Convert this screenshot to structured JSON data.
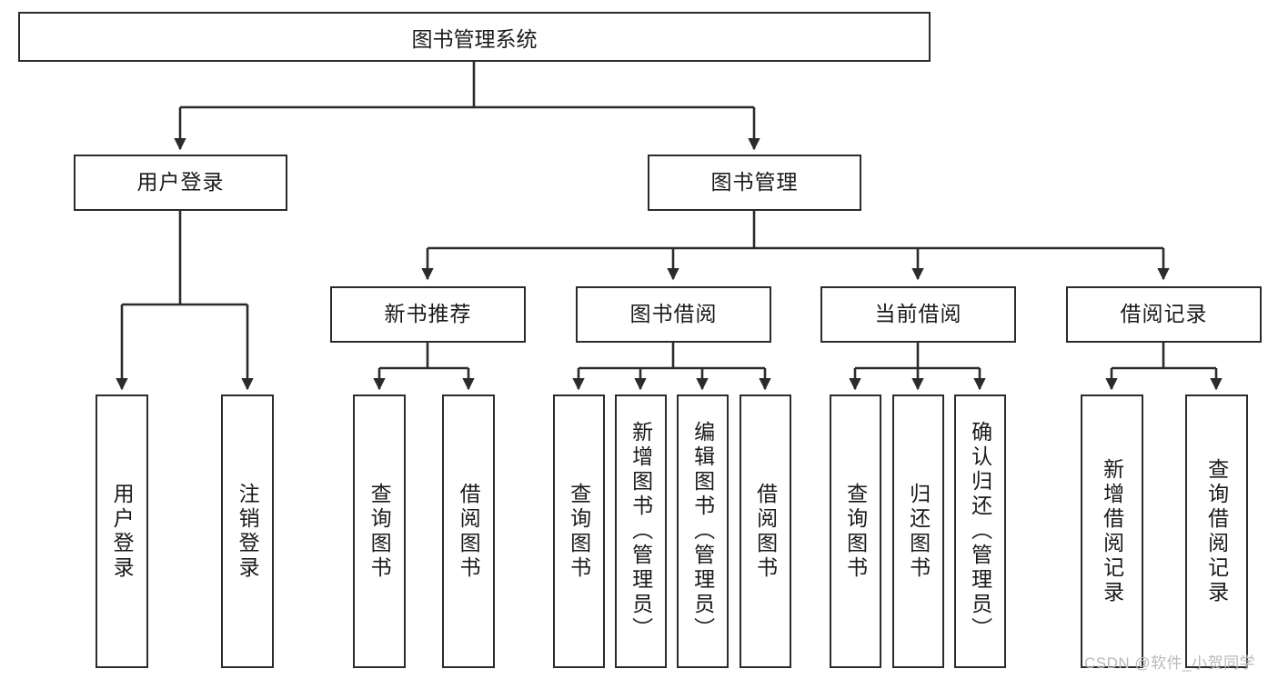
{
  "diagram": {
    "title": "图书管理系统",
    "type": "hierarchy-tree",
    "watermark": "CSDN @软件_小贺同学",
    "colors": {
      "border": "#2b2b2b",
      "background": "#ffffff",
      "text": "#1a1a1a",
      "watermark": "#b9b9b9"
    },
    "root": {
      "label": "图书管理系统"
    },
    "level2": [
      {
        "label": "用户登录"
      },
      {
        "label": "图书管理"
      }
    ],
    "level3": [
      {
        "label": "新书推荐"
      },
      {
        "label": "图书借阅"
      },
      {
        "label": "当前借阅"
      },
      {
        "label": "借阅记录"
      }
    ],
    "leaves": {
      "user_login": [
        {
          "label": "用户登录"
        },
        {
          "label": "注销登录"
        }
      ],
      "new_book_recommend": [
        {
          "label": "查询图书"
        },
        {
          "label": "借阅图书"
        }
      ],
      "book_borrow": [
        {
          "label": "查询图书"
        },
        {
          "label": "新增图书（管理员）"
        },
        {
          "label": "编辑图书（管理员）"
        },
        {
          "label": "借阅图书"
        }
      ],
      "current_borrow": [
        {
          "label": "查询图书"
        },
        {
          "label": "归还图书"
        },
        {
          "label": "确认归还（管理员）"
        }
      ],
      "borrow_record": [
        {
          "label": "新增借阅记录"
        },
        {
          "label": "查询借阅记录"
        }
      ]
    }
  }
}
